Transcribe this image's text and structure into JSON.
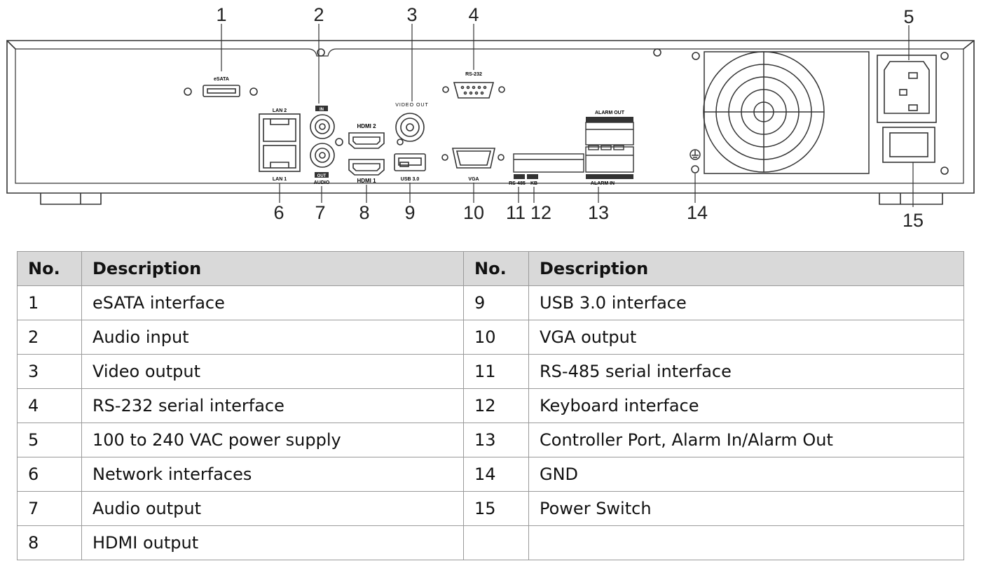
{
  "diagram": {
    "callout_numbers": [
      "1",
      "2",
      "3",
      "4",
      "5",
      "6",
      "7",
      "8",
      "9",
      "10",
      "11",
      "12",
      "13",
      "14",
      "15"
    ],
    "panel_labels": {
      "esata": "eSATA",
      "audio_in": "IN",
      "video_out": "VIDEO OUT",
      "rs232": "RS-232",
      "lan2": "LAN 2",
      "lan1": "LAN 1",
      "audio_out": "OUT",
      "audio": "AUDIO",
      "hdmi2": "HDMI 2",
      "hdmi1": "HDMI 1",
      "usb": "USB 3.0",
      "vga": "VGA",
      "rs485": "RS-485",
      "kb": "KB",
      "alarm_out": "ALARM OUT",
      "alarm_in": "ALARM IN"
    }
  },
  "table": {
    "headers": [
      "No.",
      "Description",
      "No.",
      "Description"
    ],
    "rows": [
      [
        "1",
        "eSATA interface",
        "9",
        "USB 3.0 interface"
      ],
      [
        "2",
        "Audio input",
        "10",
        "VGA output"
      ],
      [
        "3",
        "Video output",
        "11",
        "RS-485 serial interface"
      ],
      [
        "4",
        "RS-232 serial interface",
        "12",
        "Keyboard interface"
      ],
      [
        "5",
        "100 to 240 VAC power supply",
        "13",
        "Controller Port, Alarm In/Alarm Out"
      ],
      [
        "6",
        "Network interfaces",
        "14",
        "GND"
      ],
      [
        "7",
        "Audio output",
        "15",
        "Power Switch"
      ],
      [
        "8",
        "HDMI output",
        "",
        ""
      ]
    ]
  }
}
